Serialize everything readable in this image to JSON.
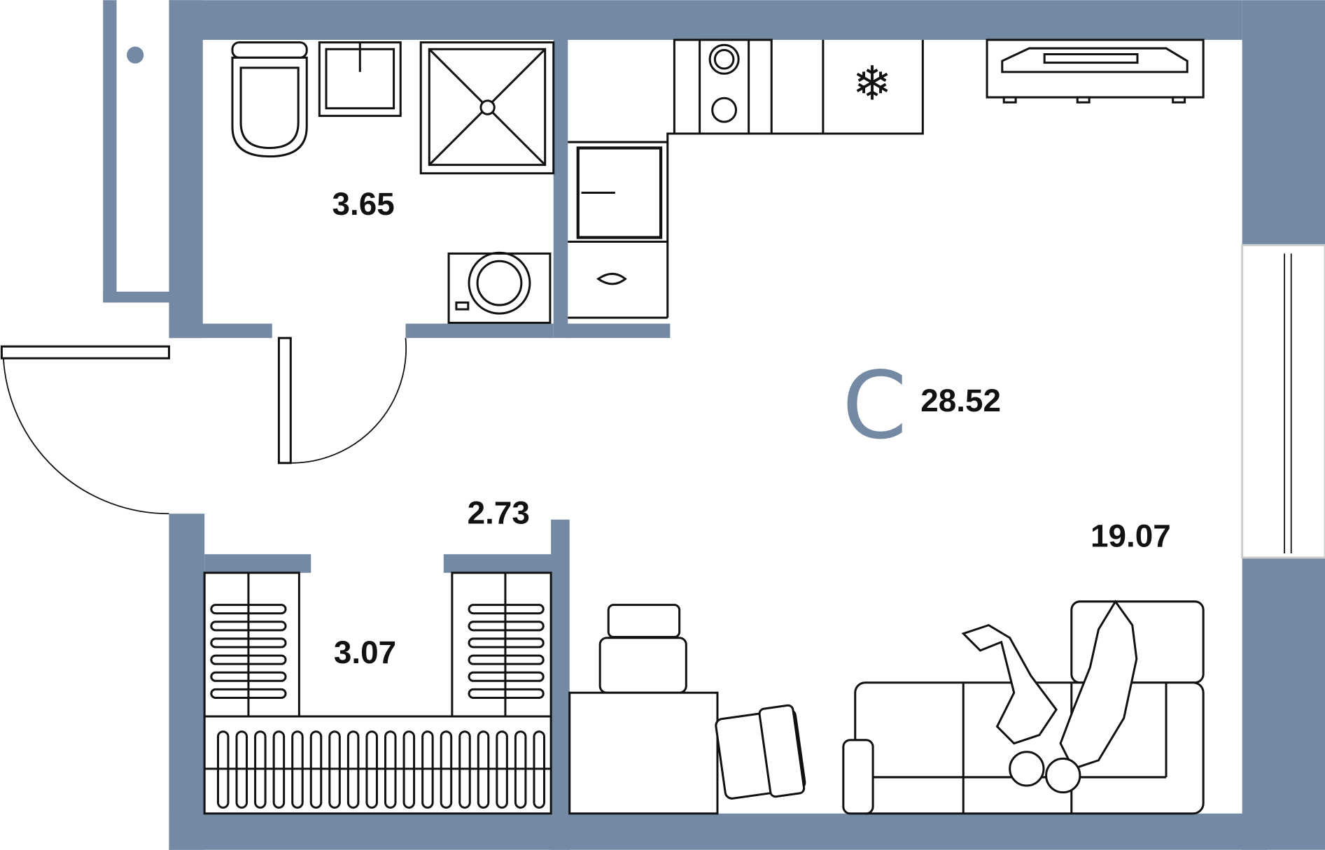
{
  "plan": {
    "type_label": "C",
    "total_area": "28.52",
    "rooms": {
      "bathroom": "3.65",
      "hall": "2.73",
      "wardrobe": "3.07",
      "living": "19.07"
    }
  },
  "colors": {
    "wall": "#7489a4",
    "line": "#111111"
  }
}
